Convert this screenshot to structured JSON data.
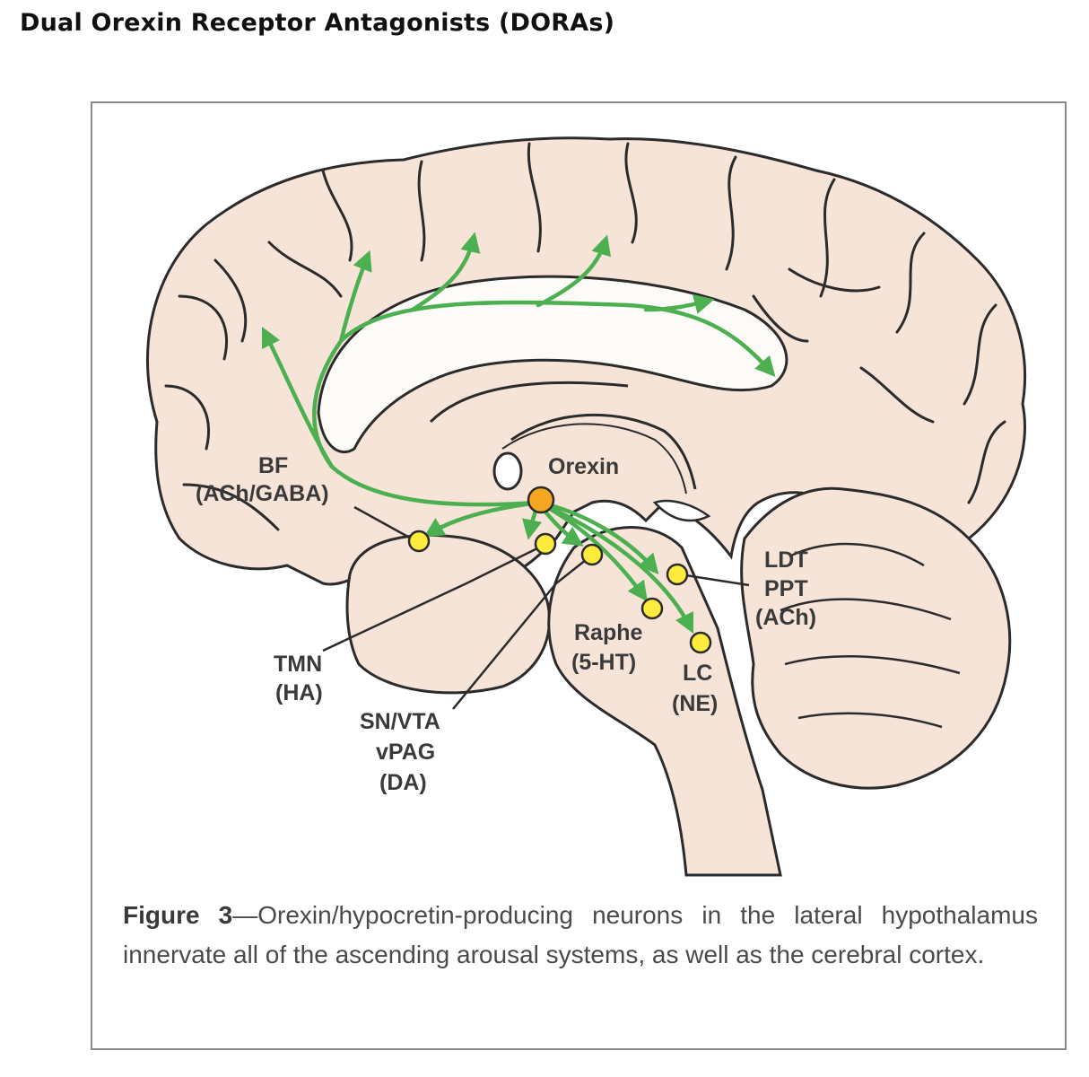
{
  "page": {
    "title": "Dual Orexin Receptor Antagonists (DORAs)"
  },
  "figure": {
    "labels": {
      "orexin": "Orexin",
      "bf_1": "BF",
      "bf_2": "(ACh/GABA)",
      "tmn_1": "TMN",
      "tmn_2": "(HA)",
      "snvta_1": "SN/VTA",
      "snvta_2": "vPAG",
      "snvta_3": "(DA)",
      "raphe_1": "Raphe",
      "raphe_2": "(5-HT)",
      "lc_1": "LC",
      "lc_2": "(NE)",
      "ldt_1": "LDT",
      "ldt_2": "PPT",
      "ldt_3": "(ACh)"
    },
    "caption": {
      "label": "Figure 3",
      "text": "—Orexin/hypocretin-producing neurons in the lateral hypothalamus innervate all of the ascending arousal systems, as well as the cerebral cortex."
    },
    "colors": {
      "brain_fill": "#f7e4d8",
      "outline": "#2b2b2b",
      "pathway": "#4caf50",
      "nucleus": "#ffeb3b",
      "orexin_node": "#f5a623"
    }
  }
}
